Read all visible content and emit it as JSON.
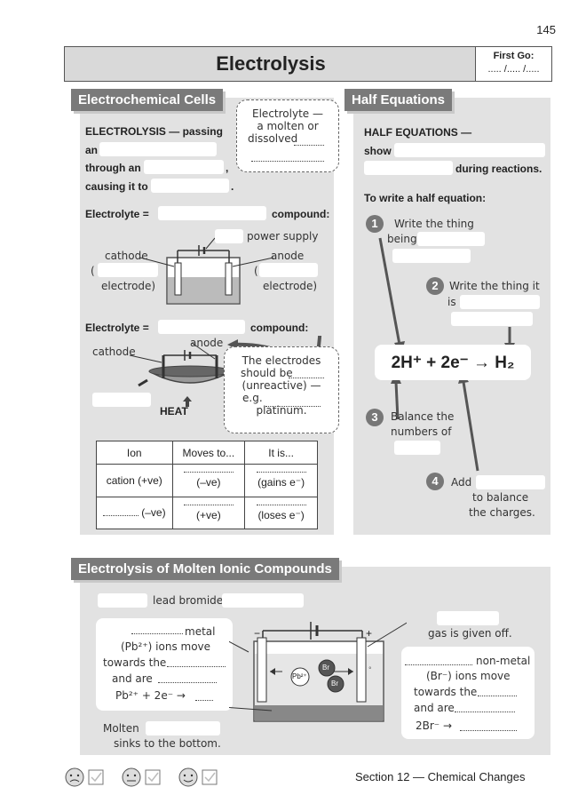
{
  "page_number": "145",
  "title": "Electrolysis",
  "first_go": {
    "label": "First Go:",
    "date": "..... /..... /....."
  },
  "electrochemical": {
    "heading": "Electrochemical Cells",
    "electrolysis_def": "ELECTROLYSIS — passing",
    "an": "an",
    "through_an": "through an",
    "comma": ",",
    "causing": "causing it to",
    "period": ".",
    "bubble_lines": [
      "Electrolyte —",
      "a molten or",
      "dissolved"
    ],
    "electrolyte1_pre": "Electrolyte =",
    "electrolyte1_post": "compound:",
    "power_supply": "power supply",
    "cathode": "cathode",
    "anode": "anode",
    "open_paren": "(",
    "electrode_close": "electrode)",
    "electrolyte2_pre": "Electrolyte =",
    "electrolyte2_post": "compound:",
    "cathode2": "cathode",
    "anode2": "anode",
    "heat": "HEAT",
    "bubble2_lines": [
      "The electrodes",
      "should be",
      "(unreactive) —",
      "e.g.",
      "platinum."
    ],
    "table": {
      "headers": [
        "Ion",
        "Moves to...",
        "It is..."
      ],
      "row1": {
        "ion": "cation (+ve)",
        "moves": "(–ve)",
        "is": "(gains e⁻)"
      },
      "row2": {
        "ion": "(–ve)",
        "moves": "(+ve)",
        "is": "(loses e⁻)"
      }
    }
  },
  "half_equations": {
    "heading": "Half Equations",
    "def": "HALF EQUATIONS —",
    "show": "show",
    "during": "during reactions.",
    "to_write": "To write a half equation:",
    "step1": {
      "num": "1",
      "line1": "Write the thing",
      "line2": "being"
    },
    "step2": {
      "num": "2",
      "line1": "Write the thing it",
      "line2": "is"
    },
    "equation": "2H⁺ + 2e⁻ → H₂",
    "step3": {
      "num": "3",
      "line1": "Balance the",
      "line2": "numbers of"
    },
    "step4": {
      "num": "4",
      "line1": "Add",
      "line2": "to balance",
      "line3": "the charges."
    }
  },
  "molten": {
    "heading": "Electrolysis of Molten Ionic Compounds",
    "lead_bromide": "lead bromide",
    "metal": "metal",
    "pb_ions": "(Pb²⁺) ions move",
    "towards_the": "towards the",
    "and_are": "and are",
    "pb_eq": "Pb²⁺ + 2e⁻ →",
    "molten": "Molten",
    "sinks": "sinks to the bottom.",
    "gas_given": "gas is given off.",
    "nonmetal": "non-metal",
    "br_ions": "(Br⁻) ions move",
    "towards_the2": "towards the",
    "and_are2": "and are",
    "br_eq": "2Br⁻ →",
    "pb_label": "Pb²⁺",
    "br_label": "Br",
    "minus": "−",
    "plus": "+"
  },
  "footer": {
    "section": "Section 12 — Chemical Changes"
  }
}
